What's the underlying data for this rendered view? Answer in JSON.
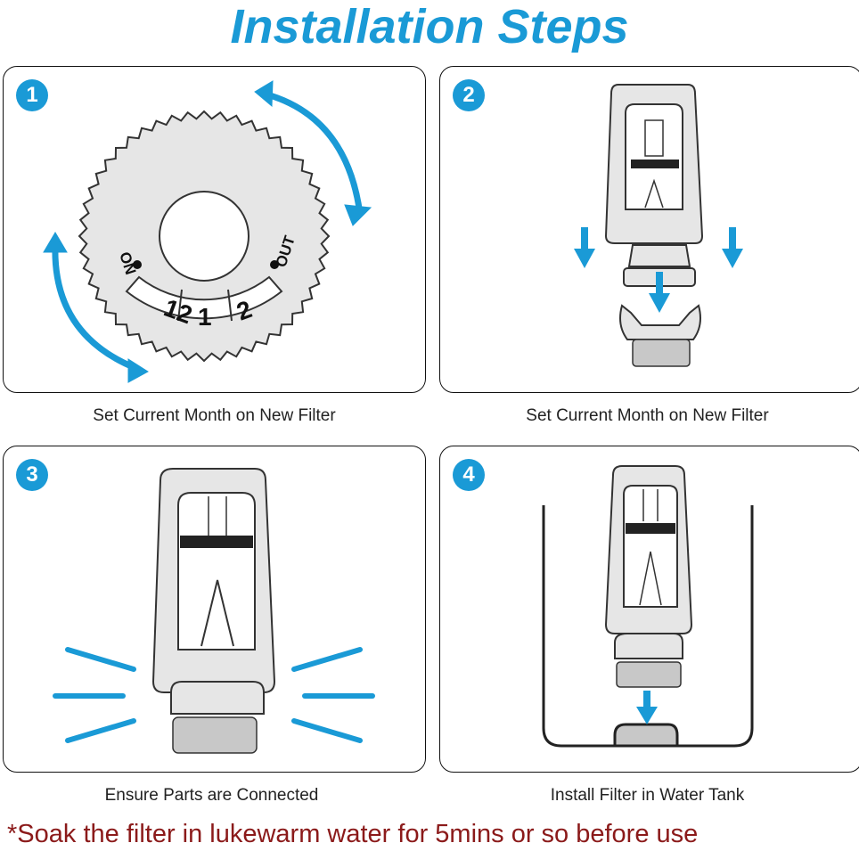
{
  "colors": {
    "title": "#1a9ad6",
    "accent": "#1a9ad6",
    "note": "#8b1a1a",
    "part_fill": "#e6e6e6",
    "part_dark": "#c8c8c8"
  },
  "title": "Installation Steps",
  "steps": [
    {
      "number": "1",
      "caption": "Set Current Month on New Filter",
      "dial": {
        "on_label": "ON",
        "out_label": "OUT",
        "months": [
          "12",
          "1",
          "2"
        ]
      },
      "icons": [
        "rotate-arrow-icon"
      ]
    },
    {
      "number": "2",
      "caption": "Set Current Month on New Filter",
      "icons": [
        "down-arrow-icon"
      ]
    },
    {
      "number": "3",
      "caption": "Ensure Parts are Connected",
      "icons": [
        "connect-lines-icon"
      ]
    },
    {
      "number": "4",
      "caption": "Install Filter in Water Tank",
      "icons": [
        "down-arrow-icon"
      ]
    }
  ],
  "note": "*Soak the filter in lukewarm water for 5mins or so before use"
}
